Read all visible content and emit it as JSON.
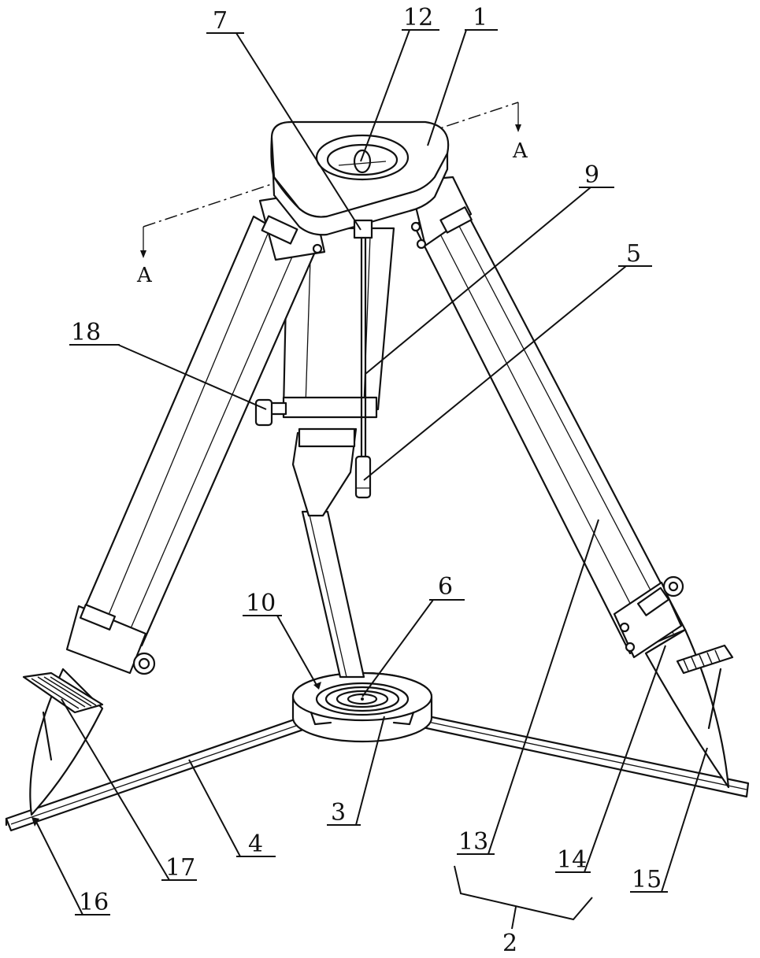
{
  "figure": {
    "labels": {
      "l1": "1",
      "l2": "2",
      "l3": "3",
      "l4": "4",
      "l5": "5",
      "l6": "6",
      "l7": "7",
      "l9": "9",
      "l10": "10",
      "l12": "12",
      "l13": "13",
      "l14": "14",
      "l15": "15",
      "l16": "16",
      "l17": "17",
      "l18": "18"
    },
    "section_marks": {
      "left": "A",
      "right": "A"
    }
  }
}
